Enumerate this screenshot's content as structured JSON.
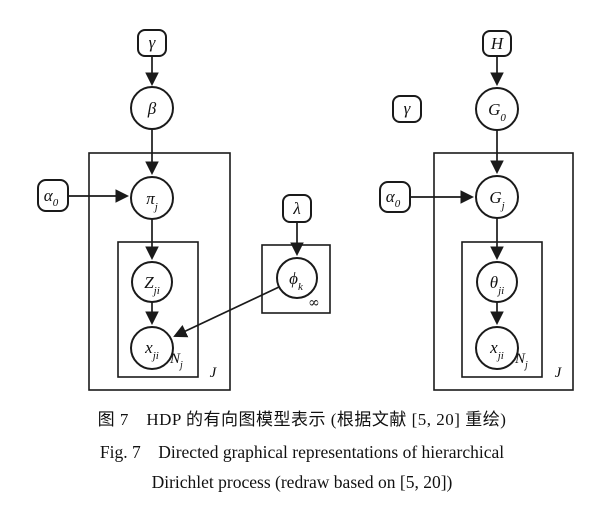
{
  "figure": {
    "caption_zh": "图 7　HDP 的有向图模型表示 (根据文献 [5, 20] 重绘)",
    "caption_en_line1": "Fig. 7　Directed graphical representations of hierarchical",
    "caption_en_line2": "Dirichlet process (redraw based on [5, 20])"
  },
  "colors": {
    "line": "#1a1a1a",
    "observed_node_fill": "#cdcdcd",
    "background": "#ffffff"
  },
  "left_model": {
    "gamma": {
      "base": "γ"
    },
    "beta": {
      "base": "β"
    },
    "alpha0": {
      "base": "α",
      "sub": "0"
    },
    "pi_j": {
      "base": "π",
      "sub": "j"
    },
    "z_ji": {
      "base": "Z",
      "sub": "ji"
    },
    "x_ji": {
      "base": "x",
      "sub": "ji"
    },
    "lambda": {
      "base": "λ"
    },
    "phi_k": {
      "base": "ϕ",
      "sub": "k"
    },
    "phi_plate_label": "∞",
    "inner_plate_label": {
      "base": "N",
      "sub": "j"
    },
    "outer_plate_label": "J"
  },
  "right_model": {
    "H": {
      "base": "H"
    },
    "gamma": {
      "base": "γ"
    },
    "G0": {
      "base": "G",
      "sub": "0"
    },
    "alpha0": {
      "base": "α",
      "sub": "0"
    },
    "Gj": {
      "base": "G",
      "sub": "j"
    },
    "theta_ji": {
      "base": "θ",
      "sub": "ji"
    },
    "x_ji": {
      "base": "x",
      "sub": "ji"
    },
    "inner_plate_label": {
      "base": "N",
      "sub": "j"
    },
    "outer_plate_label": "J"
  }
}
